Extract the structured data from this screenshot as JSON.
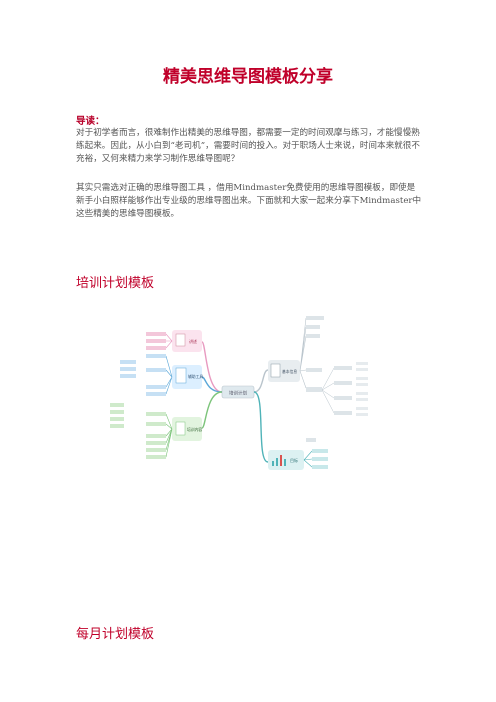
{
  "doc": {
    "title": "精美思维导图模板分享",
    "lead_label": "导读：",
    "paragraph1": "对于初学者而言，很难制作出精美的思维导图，都需要一定的时间观摩与练习，才能慢慢熟练起来。因此，从小白到“老司机”，需要时间的投入。对于职场人士来说，时间本来就很不充裕，又何来精力来学习制作思维导图呢？",
    "paragraph2": "其实只需选对正确的思维导图工具 ，借用Mindmaster免费使用的思维导图模板，即使是新手小白照样能够作出专业级的思维导图出来。下面就和大家一起来分享下Mindmaster中这些精美的思维导图模板。",
    "section1": "培训计划模板",
    "section2": "每月计划模板"
  },
  "mindmap": {
    "center": "培训计划",
    "left_branches": [
      "讲述",
      "辅助工具",
      "培训内容"
    ],
    "right_branches": [
      "基本信息",
      "目标"
    ],
    "colors": {
      "pink": "#e89ac0",
      "blue": "#5aa7d8",
      "green": "#7cc47a",
      "teal": "#4fb3b8",
      "gray": "#b9c4cc"
    }
  }
}
